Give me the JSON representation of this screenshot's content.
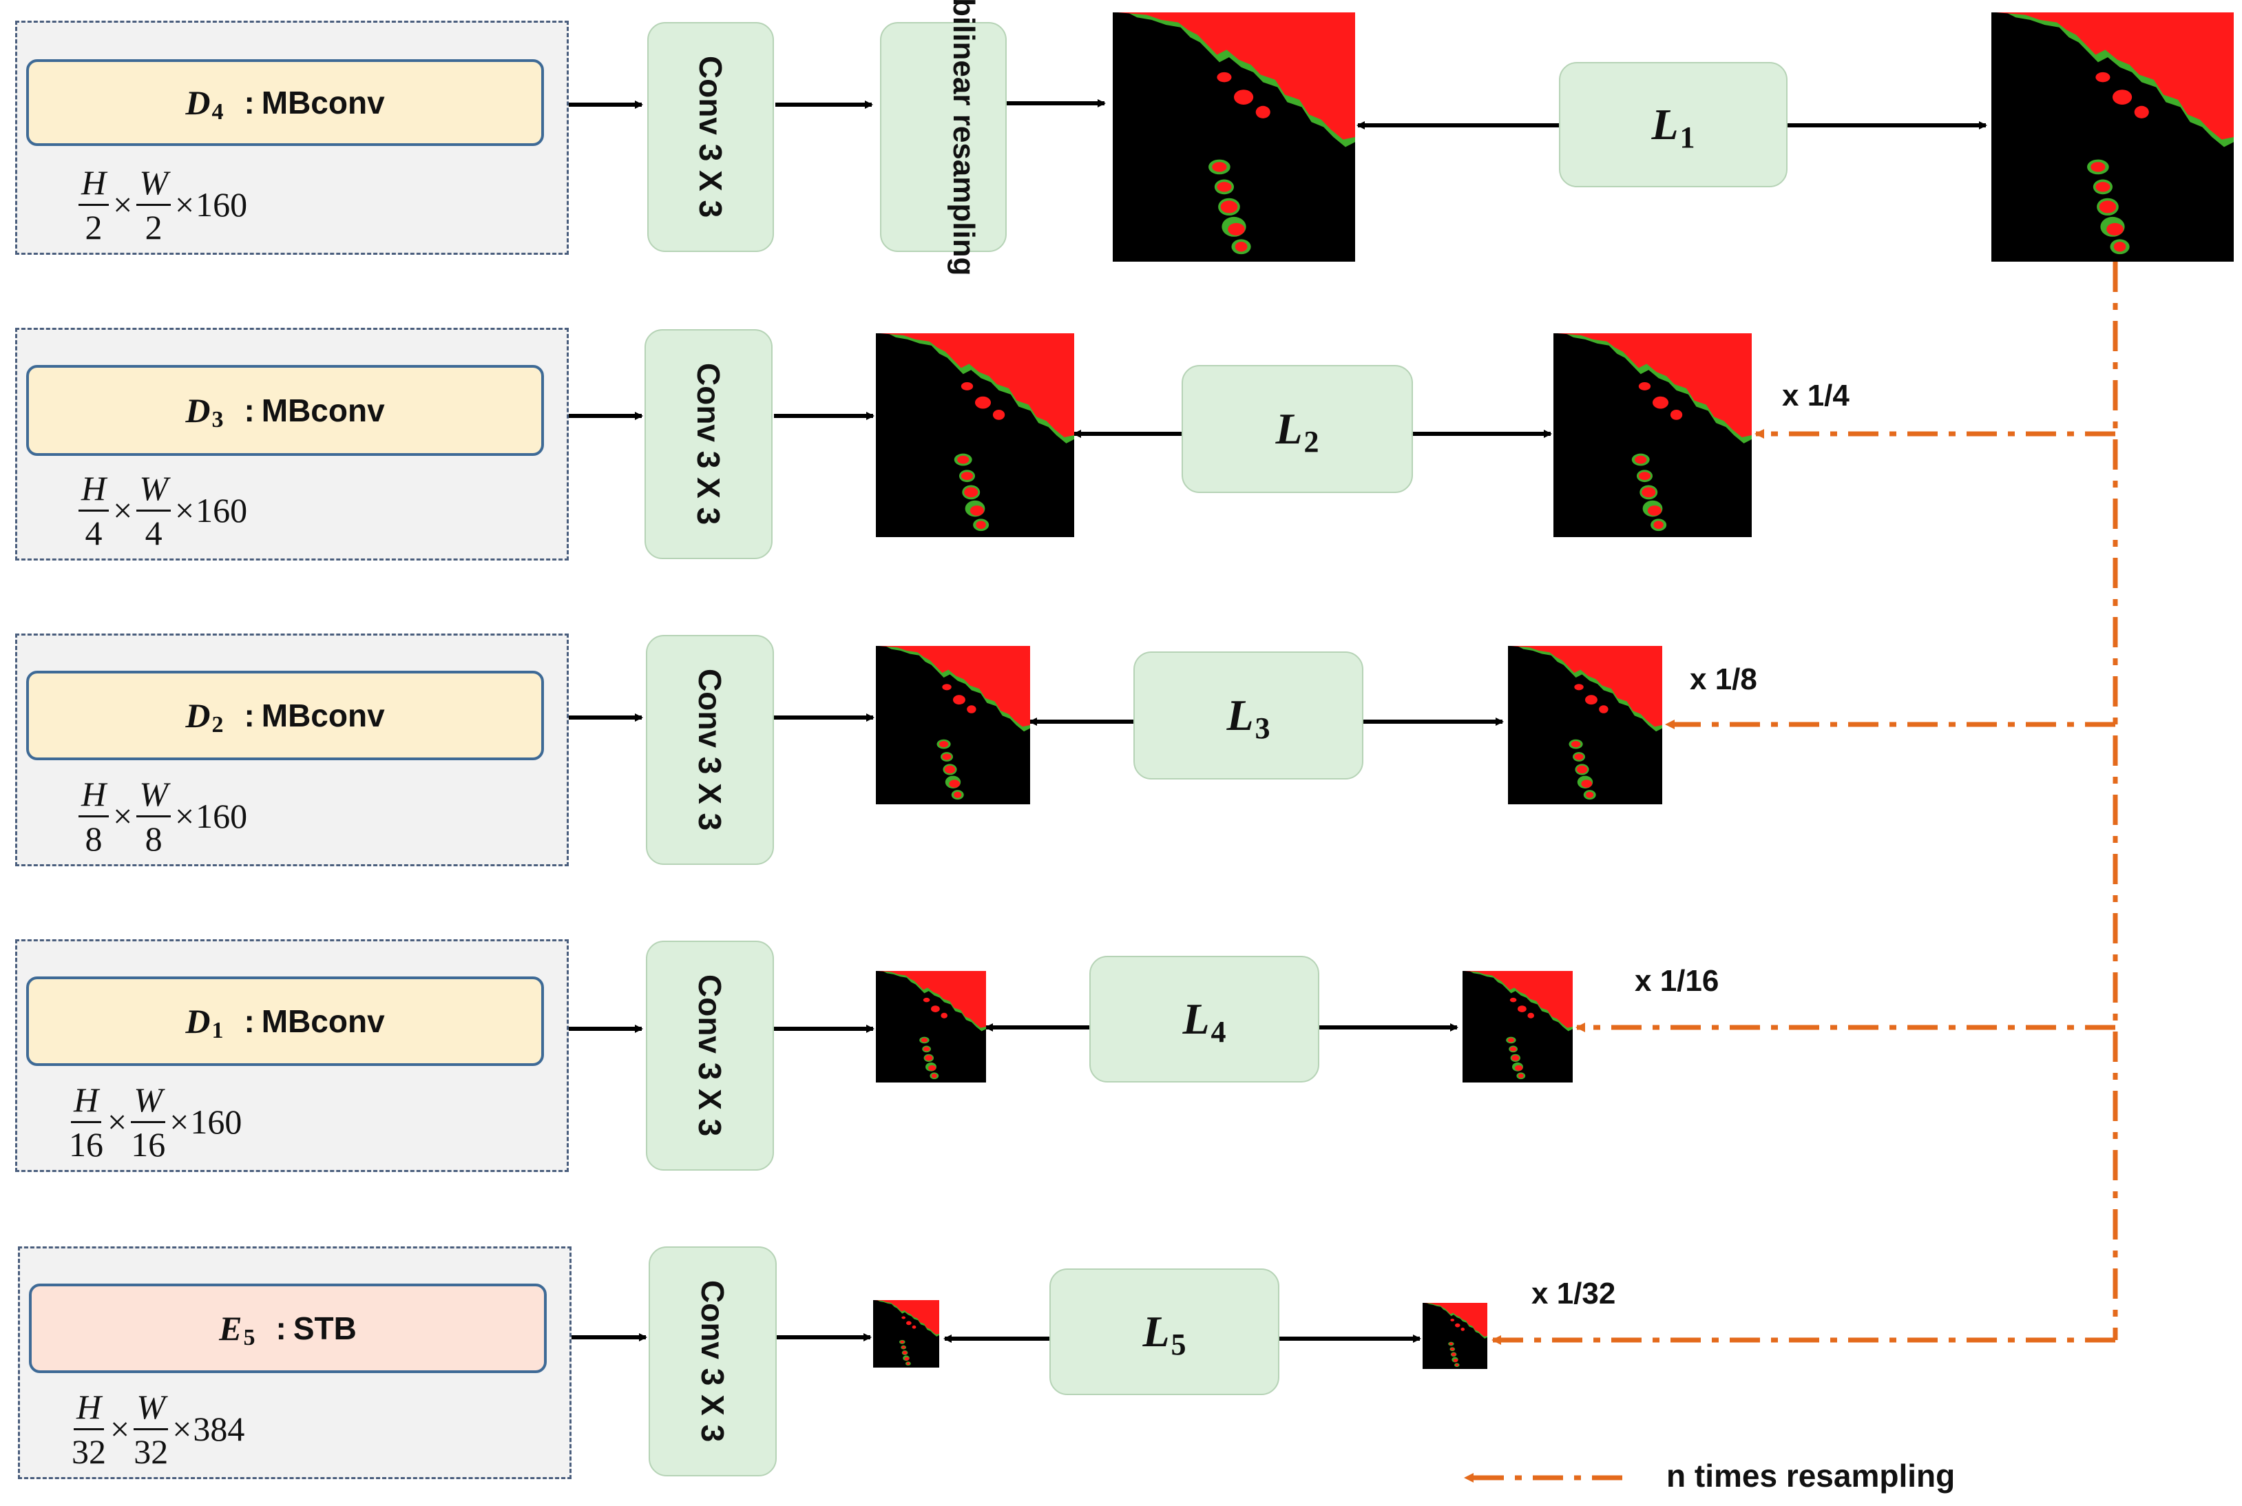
{
  "colors": {
    "decoder_fill": "#fdf0cf",
    "encoder_fill": "#fde3d8",
    "conv_fill": "#dcefdc",
    "panel_fill": "#f2f2f2",
    "resample_arrow": "#e46a1c",
    "mask_red": "#ff1a1a",
    "mask_green": "#3fae2a"
  },
  "rows": [
    {
      "block": {
        "symbol": "D",
        "sub": "4",
        "sep": ":",
        "label": "MBconv"
      },
      "dims": {
        "h_num": "H",
        "h_den": "2",
        "times1": "×",
        "w_num": "W",
        "w_den": "2",
        "times2": "×",
        "channels": "160"
      },
      "conv": "Conv 3 X 3",
      "resampling": "bilinear resampling",
      "loss": {
        "symbol": "L",
        "sub": "1"
      },
      "scale": ""
    },
    {
      "block": {
        "symbol": "D",
        "sub": "3",
        "sep": ":",
        "label": "MBconv"
      },
      "dims": {
        "h_num": "H",
        "h_den": "4",
        "times1": "×",
        "w_num": "W",
        "w_den": "4",
        "times2": "×",
        "channels": "160"
      },
      "conv": "Conv 3 X 3",
      "loss": {
        "symbol": "L",
        "sub": "2"
      },
      "scale": "x 1/4"
    },
    {
      "block": {
        "symbol": "D",
        "sub": "2",
        "sep": ":",
        "label": "MBconv"
      },
      "dims": {
        "h_num": "H",
        "h_den": "8",
        "times1": "×",
        "w_num": "W",
        "w_den": "8",
        "times2": "×",
        "channels": "160"
      },
      "conv": "Conv 3 X 3",
      "loss": {
        "symbol": "L",
        "sub": "3"
      },
      "scale": "x 1/8"
    },
    {
      "block": {
        "symbol": "D",
        "sub": "1",
        "sep": ":",
        "label": "MBconv"
      },
      "dims": {
        "h_num": "H",
        "h_den": "16",
        "times1": "×",
        "w_num": "W",
        "w_den": "16",
        "times2": "×",
        "channels": "160"
      },
      "conv": "Conv 3 X 3",
      "loss": {
        "symbol": "L",
        "sub": "4"
      },
      "scale": "x 1/16"
    },
    {
      "block": {
        "symbol": "E",
        "sub": "5",
        "sep": ":",
        "label": "STB"
      },
      "dims": {
        "h_num": "H",
        "h_den": "32",
        "times1": "×",
        "w_num": "W",
        "w_den": "32",
        "times2": "×",
        "channels": "384"
      },
      "conv": "Conv 3 X 3",
      "loss": {
        "symbol": "L",
        "sub": "5"
      },
      "scale": "x 1/32"
    }
  ],
  "legend": {
    "text": "n times resampling"
  }
}
